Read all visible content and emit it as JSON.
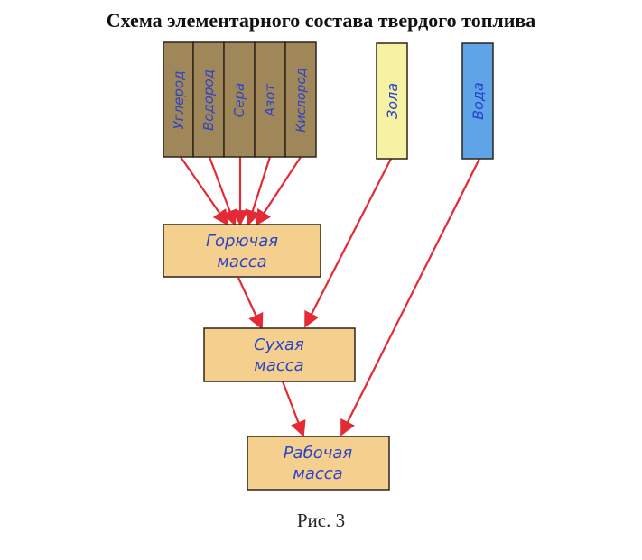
{
  "title": "Схема элементарного состава твердого топлива",
  "caption": "Рис. 3",
  "elements": [
    "Углерод",
    "Водород",
    "Сера",
    "Азот",
    "Кислород"
  ],
  "ash": "Зола",
  "water": "Вода",
  "masses": {
    "combustible": [
      "Горючая",
      "масса"
    ],
    "dry": [
      "Сухая",
      "масса"
    ],
    "working": [
      "Рабочая",
      "масса"
    ]
  },
  "colors": {
    "element_fill": "#a0875a",
    "ash_fill": "#f6f1a3",
    "water_fill": "#5ea4e6",
    "mass_fill": "#f5cf8e",
    "arrow": "#e32a35",
    "label": "#2a44c8"
  }
}
